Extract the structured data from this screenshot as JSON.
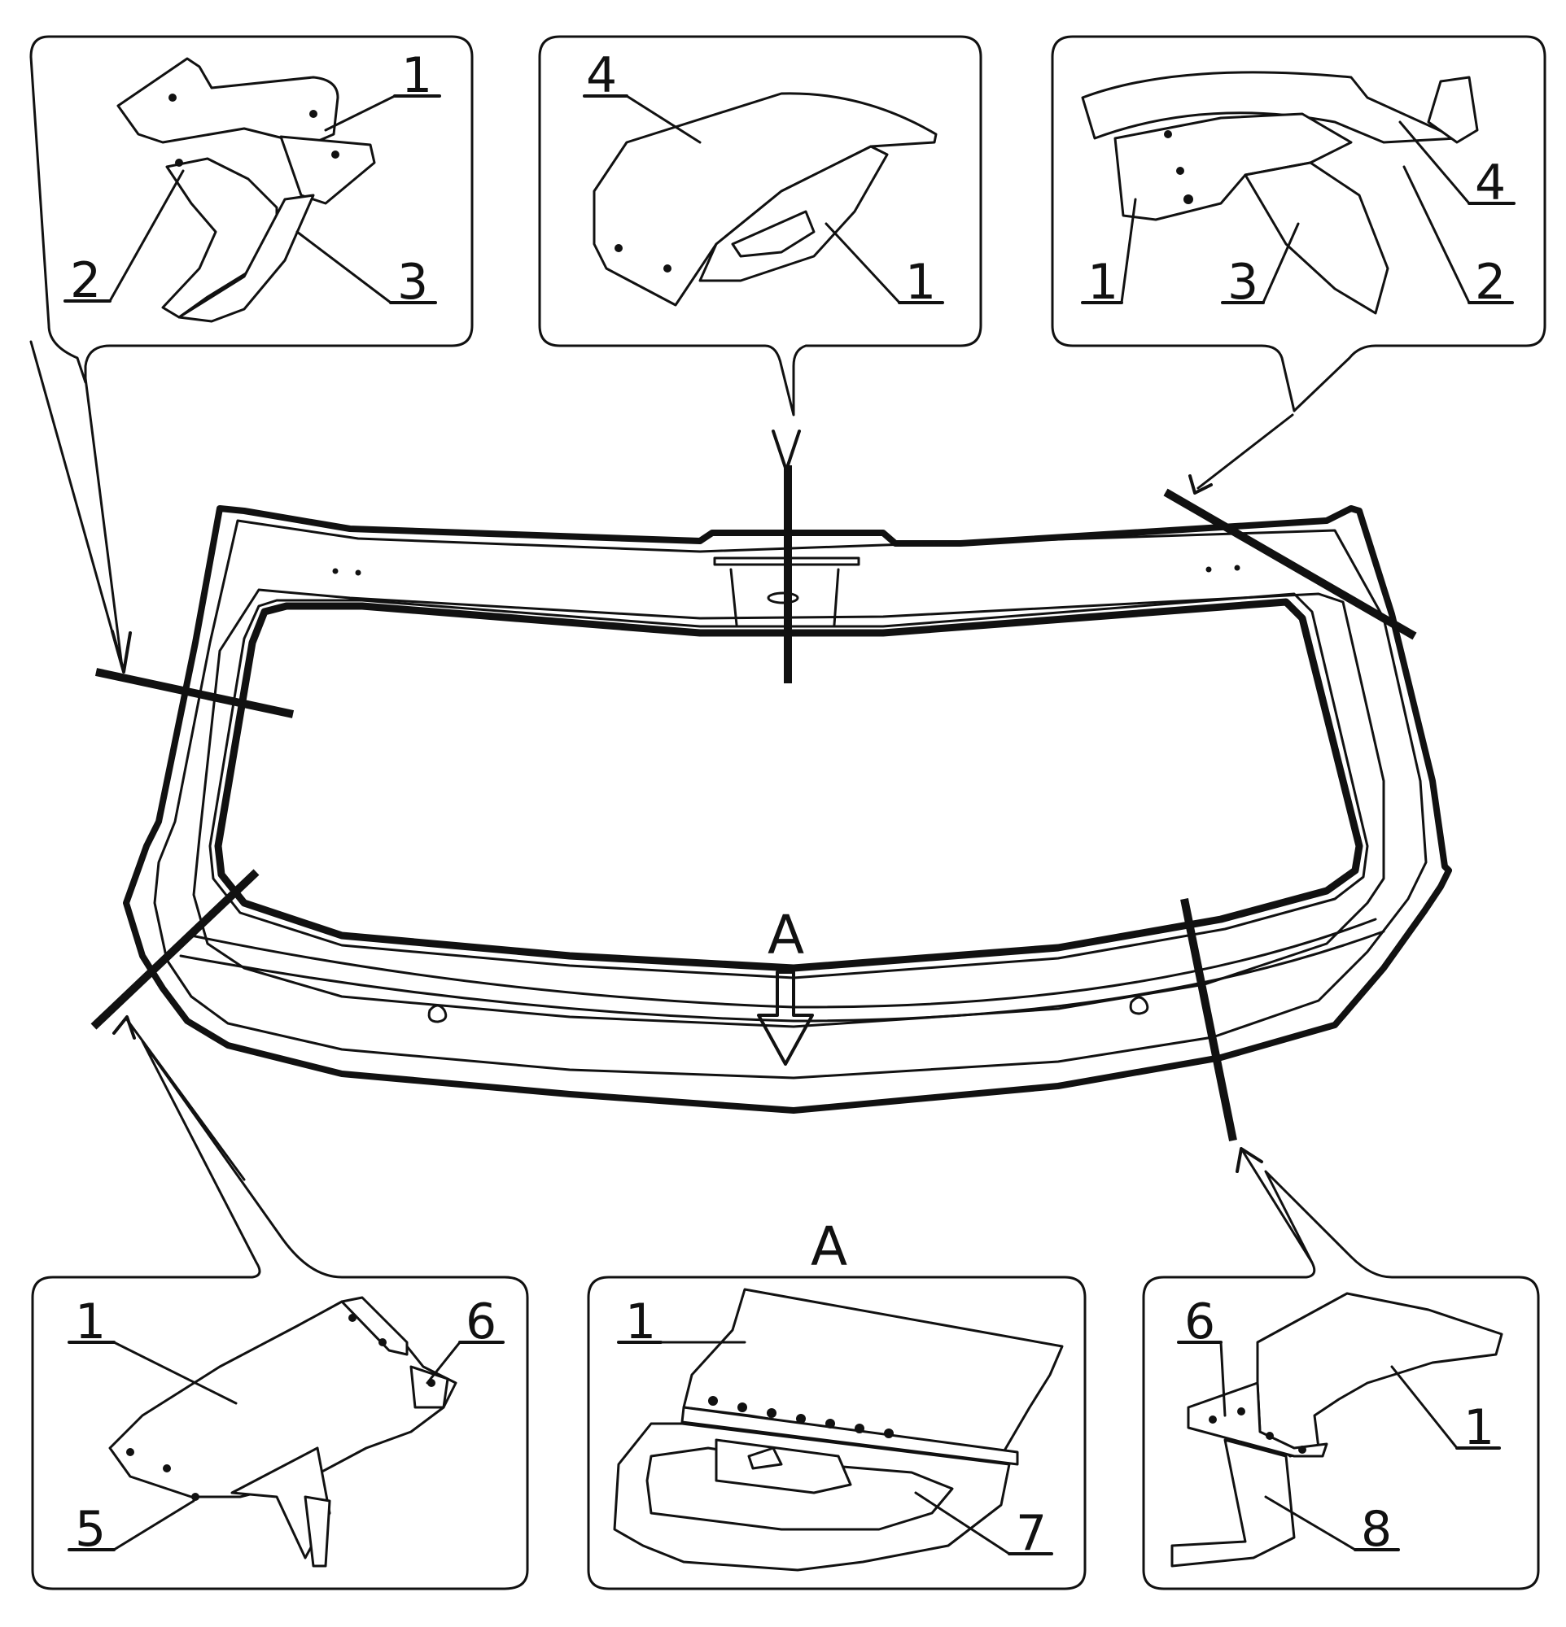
{
  "main_view": {
    "view_marker": "A"
  },
  "detail_A_title": "A",
  "details": [
    {
      "id": "top-left",
      "labels": [
        "1",
        "2",
        "3"
      ]
    },
    {
      "id": "top-center",
      "labels": [
        "4",
        "1"
      ]
    },
    {
      "id": "top-right",
      "labels": [
        "4",
        "1",
        "3",
        "2"
      ]
    },
    {
      "id": "bottom-left",
      "labels": [
        "1",
        "6",
        "5"
      ]
    },
    {
      "id": "bottom-center",
      "labels": [
        "1",
        "7"
      ]
    },
    {
      "id": "bottom-right",
      "labels": [
        "6",
        "1",
        "8"
      ]
    }
  ]
}
